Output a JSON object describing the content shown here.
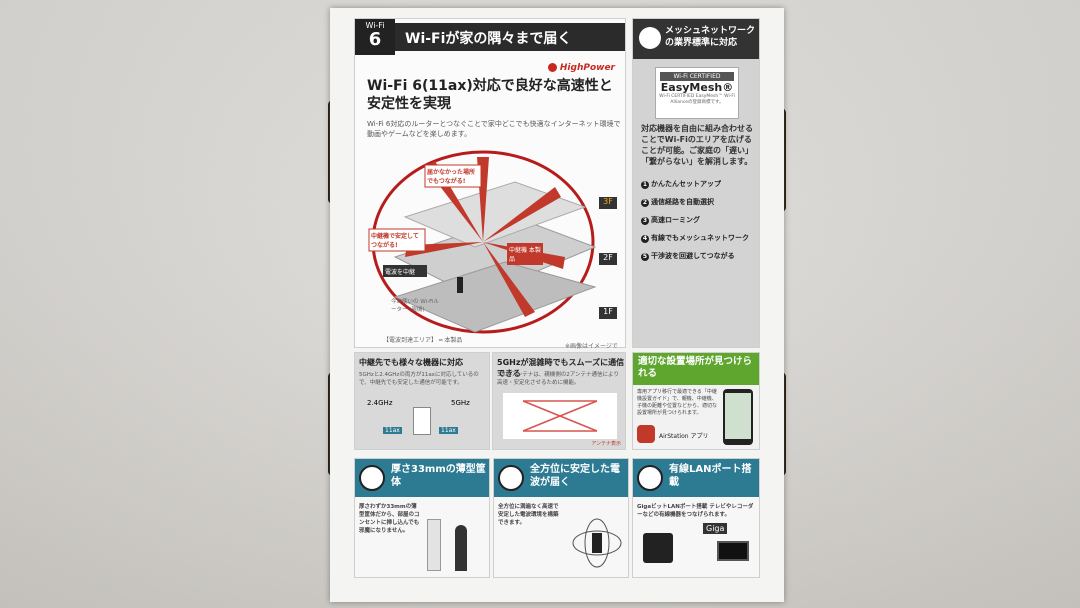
{
  "main_panel": {
    "badge_small": "Wi-Fi",
    "badge_big": "6",
    "title": "Wi-Fiが家の隅々まで届く",
    "brand": "HighPower",
    "headline": "Wi-Fi 6(11ax)対応で良好な高速性と安定性を実現",
    "description": "Wi-Fi 6対応のルーターとつなぐことで家中どこでも快適なインターネット環境で動画やゲームなどを楽しめます。",
    "callout_far": "届かなかった場所でもつながる!",
    "callout_relay": "中継機で安定してつながる!",
    "relay_label": "中継機 本製品",
    "relay_to": "電波を中継",
    "router_label": "今お使いの Wi-Fiルーター (親機)",
    "floors": [
      "3F",
      "2F",
      "1F"
    ],
    "legend": "【電波到達エリア】 ━ 本製品",
    "image_note": "※画像はイメージです。"
  },
  "sub_left": {
    "title": "中継先でも様々な機器に対応",
    "body": "5GHzと2.4GHzの両方が11axに対応しているので、中継先でも安定した通信が可能です。",
    "bands": [
      "2.4GHz",
      "5GHz"
    ],
    "tags": [
      "11ax",
      "11ax"
    ]
  },
  "sub_right": {
    "title": "5GHzが混雑時でもスムーズに通信できる",
    "body": "3本のアンテナは、親機側の2アンテナ通信により高速・安定化させるために機能。",
    "note": "アンテナ表示"
  },
  "mesh": {
    "title": "メッシュネットワークの業界標準に対応",
    "cert_top": "Wi-Fi CERTIFIED",
    "cert_main": "EasyMesh®",
    "cert_small": "Wi-Fi CERTIFIED EasyMesh™ Wi-Fi Allianceの登録商標です。",
    "description": "対応機器を自由に組み合わせることでWi-Fiのエリアを広げることが可能。ご家庭の「遅い」「繋がらない」を解消します。",
    "items": [
      {
        "num": "1",
        "label": "かんたんセットアップ"
      },
      {
        "num": "2",
        "label": "通信経路を自動選択"
      },
      {
        "num": "3",
        "label": "高速ローミング"
      },
      {
        "num": "4",
        "label": "有線でもメッシュネットワーク"
      },
      {
        "num": "5",
        "label": "干渉波を回避してつながる"
      }
    ]
  },
  "place": {
    "title": "適切な設置場所が見つけられる",
    "body": "専用アプリ移行で最適できる「中継機設置ガイド」で、親機、中継機、子機の距離や位置などから、適切な設置場所が見つけられます。",
    "app_name": "AirStation アプリ"
  },
  "bottom": [
    {
      "title": "厚さ33mmの薄型筐体",
      "body": "厚さわずか33mmの薄型筐体だから、部屋のコンセントに挿し込んでも邪魔になりません。"
    },
    {
      "title": "全方位に安定した電波が届く",
      "body": "全方位に満遍なく高速で安定した電波環境を構築できます。"
    },
    {
      "title": "有線LANポート搭載",
      "body": "GigaビットLANポート搭載 テレビやレコーダーなどの有線機器をつなげられます。",
      "tag": "Giga"
    }
  ]
}
